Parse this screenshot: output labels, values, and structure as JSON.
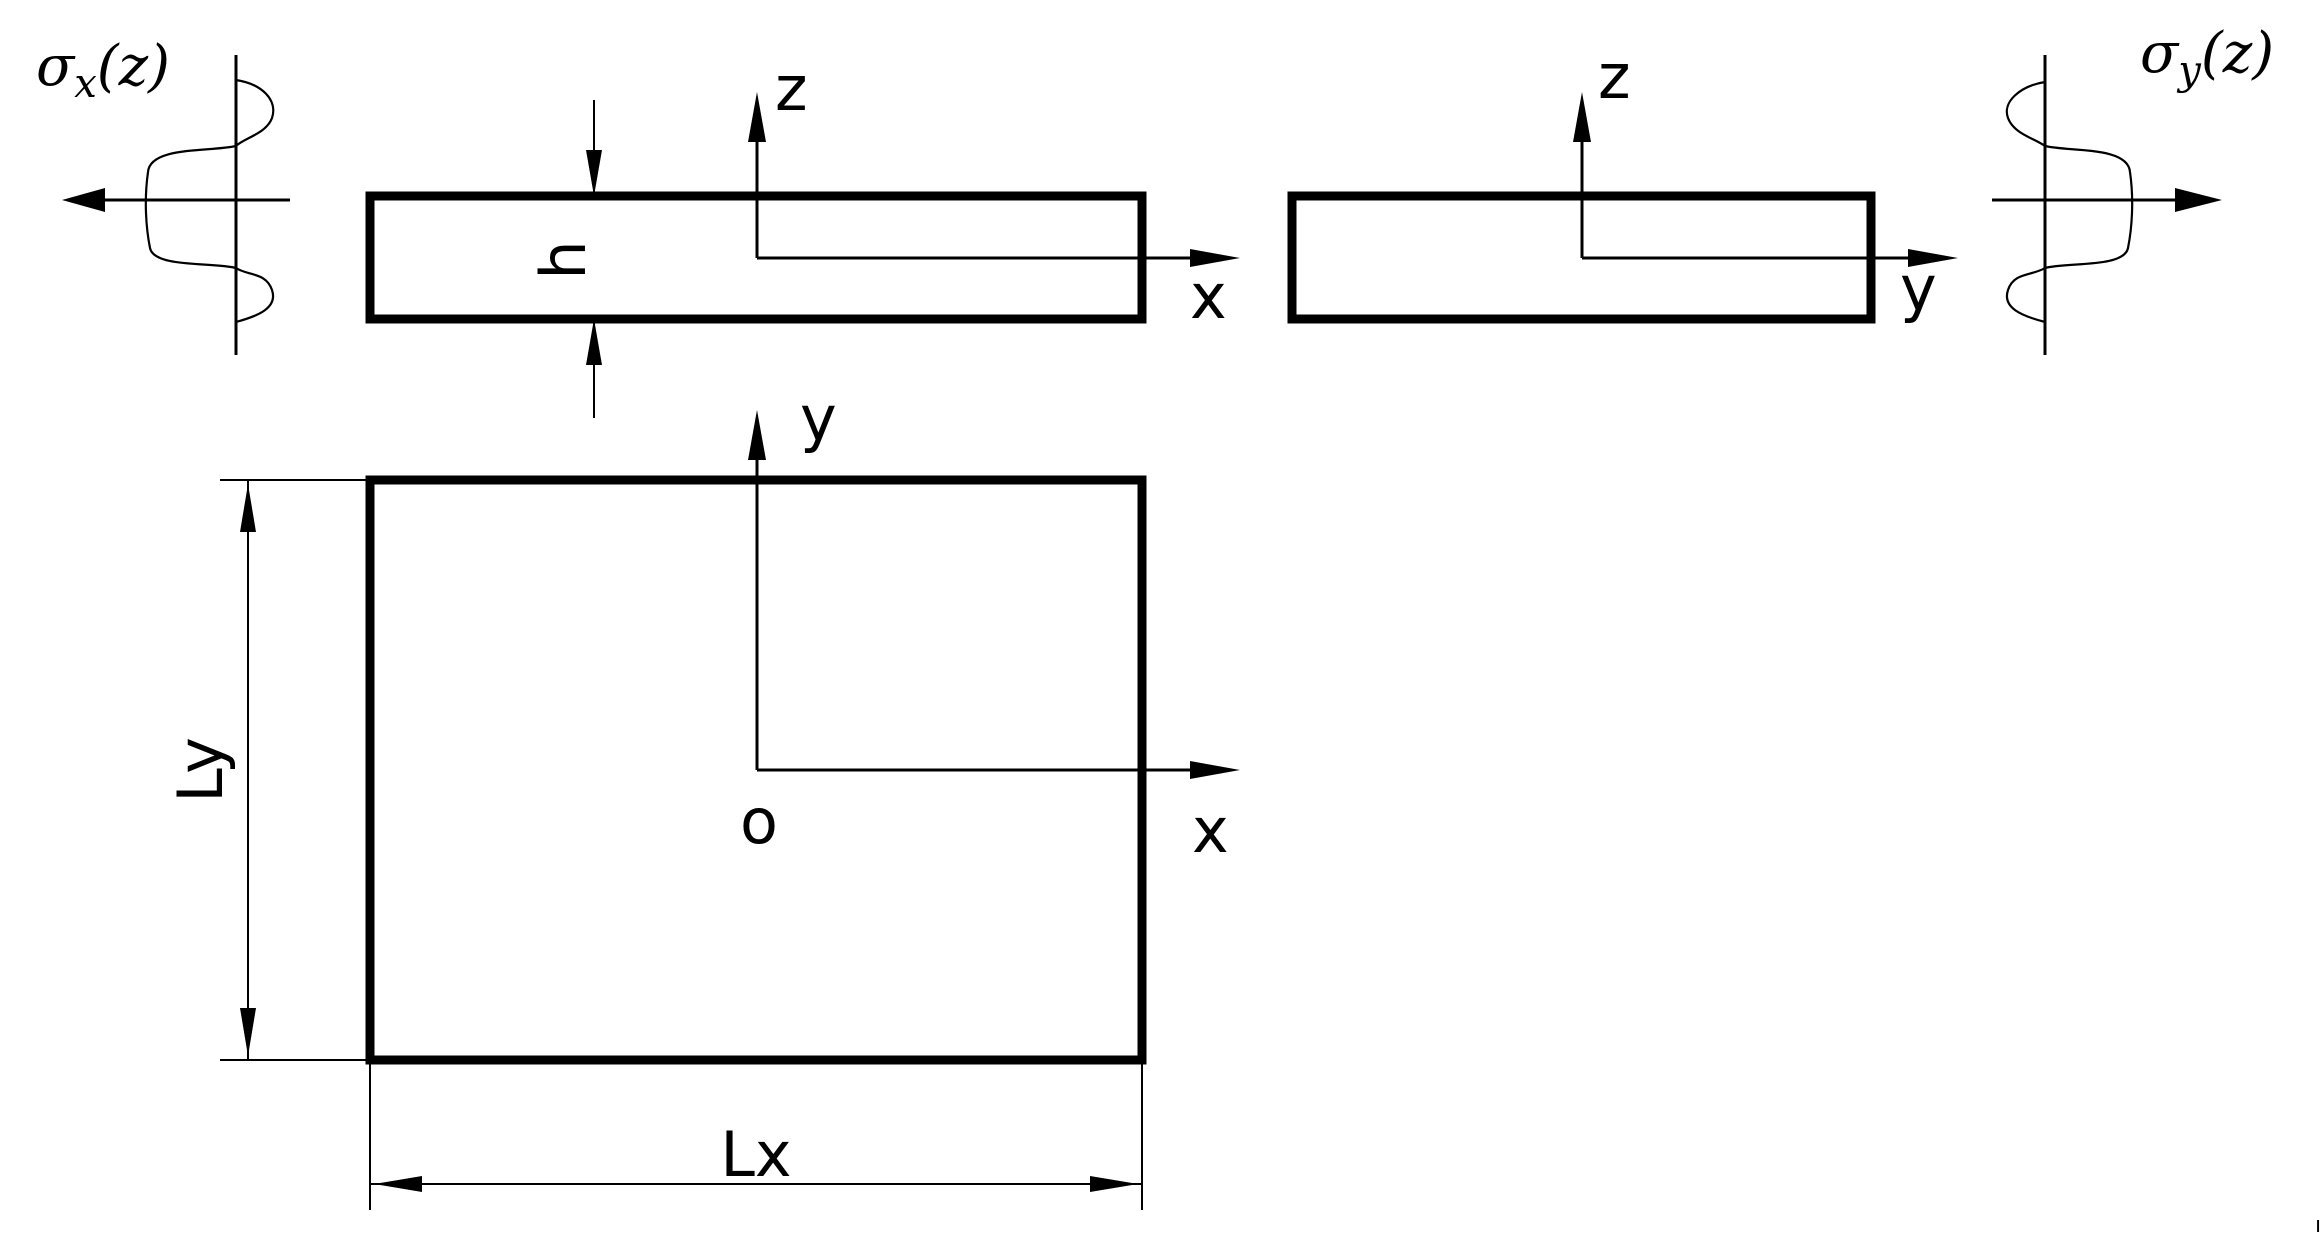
{
  "side_view_xz": {
    "axis_vertical_label": "z",
    "axis_horizontal_label": "x",
    "thickness_label": "h"
  },
  "side_view_yz": {
    "axis_vertical_label": "z",
    "axis_horizontal_label": "y"
  },
  "top_view": {
    "axis_vertical_label": "y",
    "axis_horizontal_label": "x",
    "origin_label": "o",
    "width_label": "Lx",
    "height_label": "Ly"
  },
  "stress_profiles": {
    "x": {
      "symbol": "σ",
      "subscript": "x",
      "argument": "(z)"
    },
    "y": {
      "symbol": "σ",
      "subscript": "y",
      "argument": "(z)"
    }
  },
  "corner_mark": "ı"
}
